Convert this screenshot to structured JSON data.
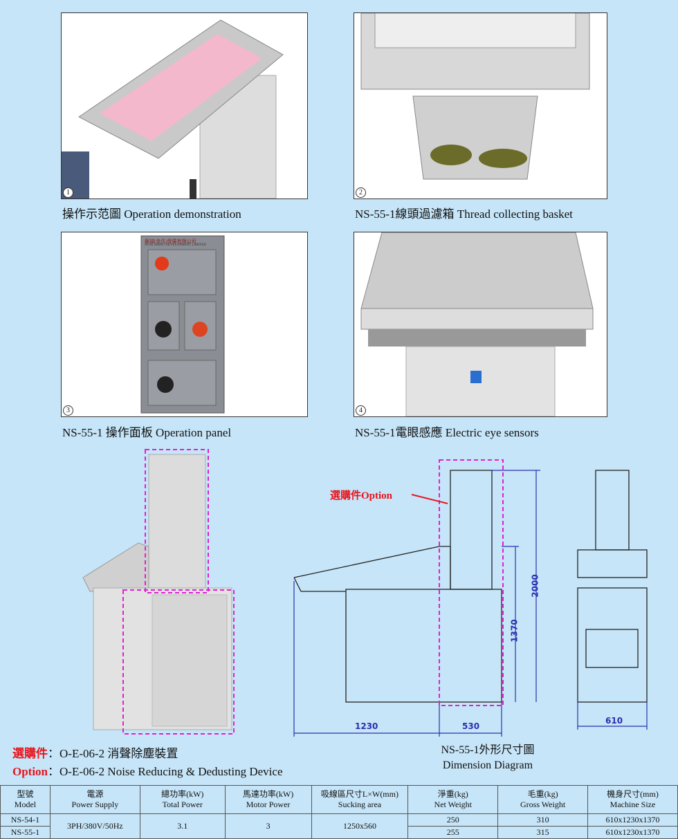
{
  "photos": [
    {
      "num": "1",
      "caption": "操作示范圖  Operation demonstration"
    },
    {
      "num": "2",
      "caption": "NS-55-1線頭過濾箱  Thread collecting basket"
    },
    {
      "num": "3",
      "caption": "NS-55-1 操作面板  Operation panel"
    },
    {
      "num": "4",
      "caption": "NS-55-1電眼感應  Electric eye sensors"
    }
  ],
  "panel": {
    "brand": "藝誠(余氏)發展有限公司",
    "brand_en": "NGAI SHING DEVELOPMENT LIMITED"
  },
  "option": {
    "label_cn": "選購件",
    "label_en": "Option",
    "sep": "：",
    "text_cn": "O-E-06-2  消聲除塵裝置",
    "text_en": "O-E-06-2  Noise Reducing & Dedusting Device",
    "callout": "選購件Option"
  },
  "dimension": {
    "title_cn": "NS-55-1外形尺寸圖",
    "title_en": "Dimension Diagram",
    "dims": {
      "height_total": "2000",
      "height_body": "1370",
      "length": "1230",
      "depth": "530",
      "width": "610"
    }
  },
  "colors": {
    "background": "#c6e5f8",
    "accent_red": "#e8141c",
    "dim_blue": "#2a2fb0",
    "option_magenta": "#e020d0"
  },
  "table": {
    "headers": [
      [
        "型號",
        "Model"
      ],
      [
        "電源",
        "Power Supply"
      ],
      [
        "總功率(kW)",
        "Total Power"
      ],
      [
        "馬達功率(kW)",
        "Motor Power"
      ],
      [
        "吸線區尺寸L×W(mm)",
        "Sucking area"
      ],
      [
        "淨重(kg)",
        "Net Weight"
      ],
      [
        "毛重(kg)",
        "Gross Weight"
      ],
      [
        "機身尺寸(mm)",
        "Machine Size"
      ]
    ],
    "shared": {
      "power_supply": "3PH/380V/50Hz",
      "total_power": "3.1",
      "motor_power": "3",
      "sucking_area": "1250x560"
    },
    "rows": [
      {
        "model": "NS-54-1",
        "net": "250",
        "gross": "310",
        "size": "610x1230x1370"
      },
      {
        "model": "NS-55-1",
        "net": "255",
        "gross": "315",
        "size": "610x1230x1370"
      }
    ]
  }
}
